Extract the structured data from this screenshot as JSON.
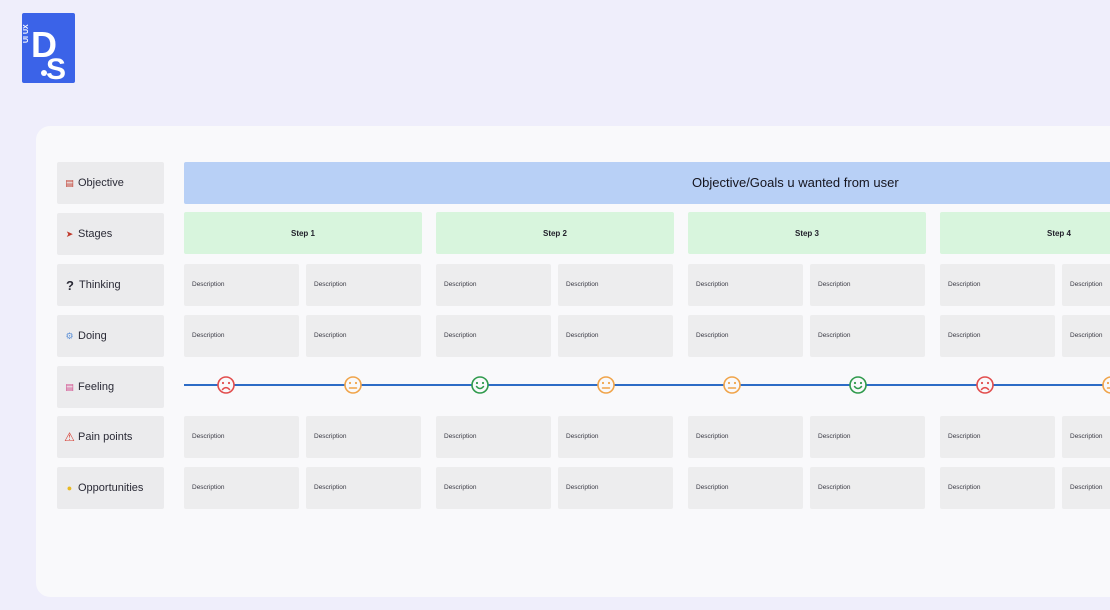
{
  "logo": {
    "letter_d": "D",
    "letter_s": "S",
    "text": "UI UX",
    "color": "#3b63e8"
  },
  "rows": [
    {
      "key": "objective",
      "label": "Objective",
      "icon": "clipboard-icon"
    },
    {
      "key": "stages",
      "label": "Stages",
      "icon": "rocket-icon"
    },
    {
      "key": "thinking",
      "label": "Thinking",
      "icon": "question-mark-icon"
    },
    {
      "key": "doing",
      "label": "Doing",
      "icon": "gears-icon"
    },
    {
      "key": "feeling",
      "label": "Feeling",
      "icon": "emotion-chart-icon"
    },
    {
      "key": "pain_points",
      "label": "Pain points",
      "icon": "warning-icon"
    },
    {
      "key": "opportunities",
      "label": "Opportunities",
      "icon": "lightbulb-icon"
    }
  ],
  "objective_text": "Objective/Goals u wanted from user",
  "steps": [
    "Step 1",
    "Step 2",
    "Step 3",
    "Step 4"
  ],
  "cell_text": "Description",
  "feelings": [
    "sad",
    "neutral",
    "happy",
    "neutral",
    "neutral",
    "happy",
    "sad",
    "neutral"
  ],
  "colors": {
    "objective_bar": "#b8d0f6",
    "step_bg": "#d8f5dd",
    "timeline_line": "#2d6cc6",
    "sad": "#e24d4d",
    "neutral": "#f0a44a",
    "happy": "#2f9a4c"
  }
}
